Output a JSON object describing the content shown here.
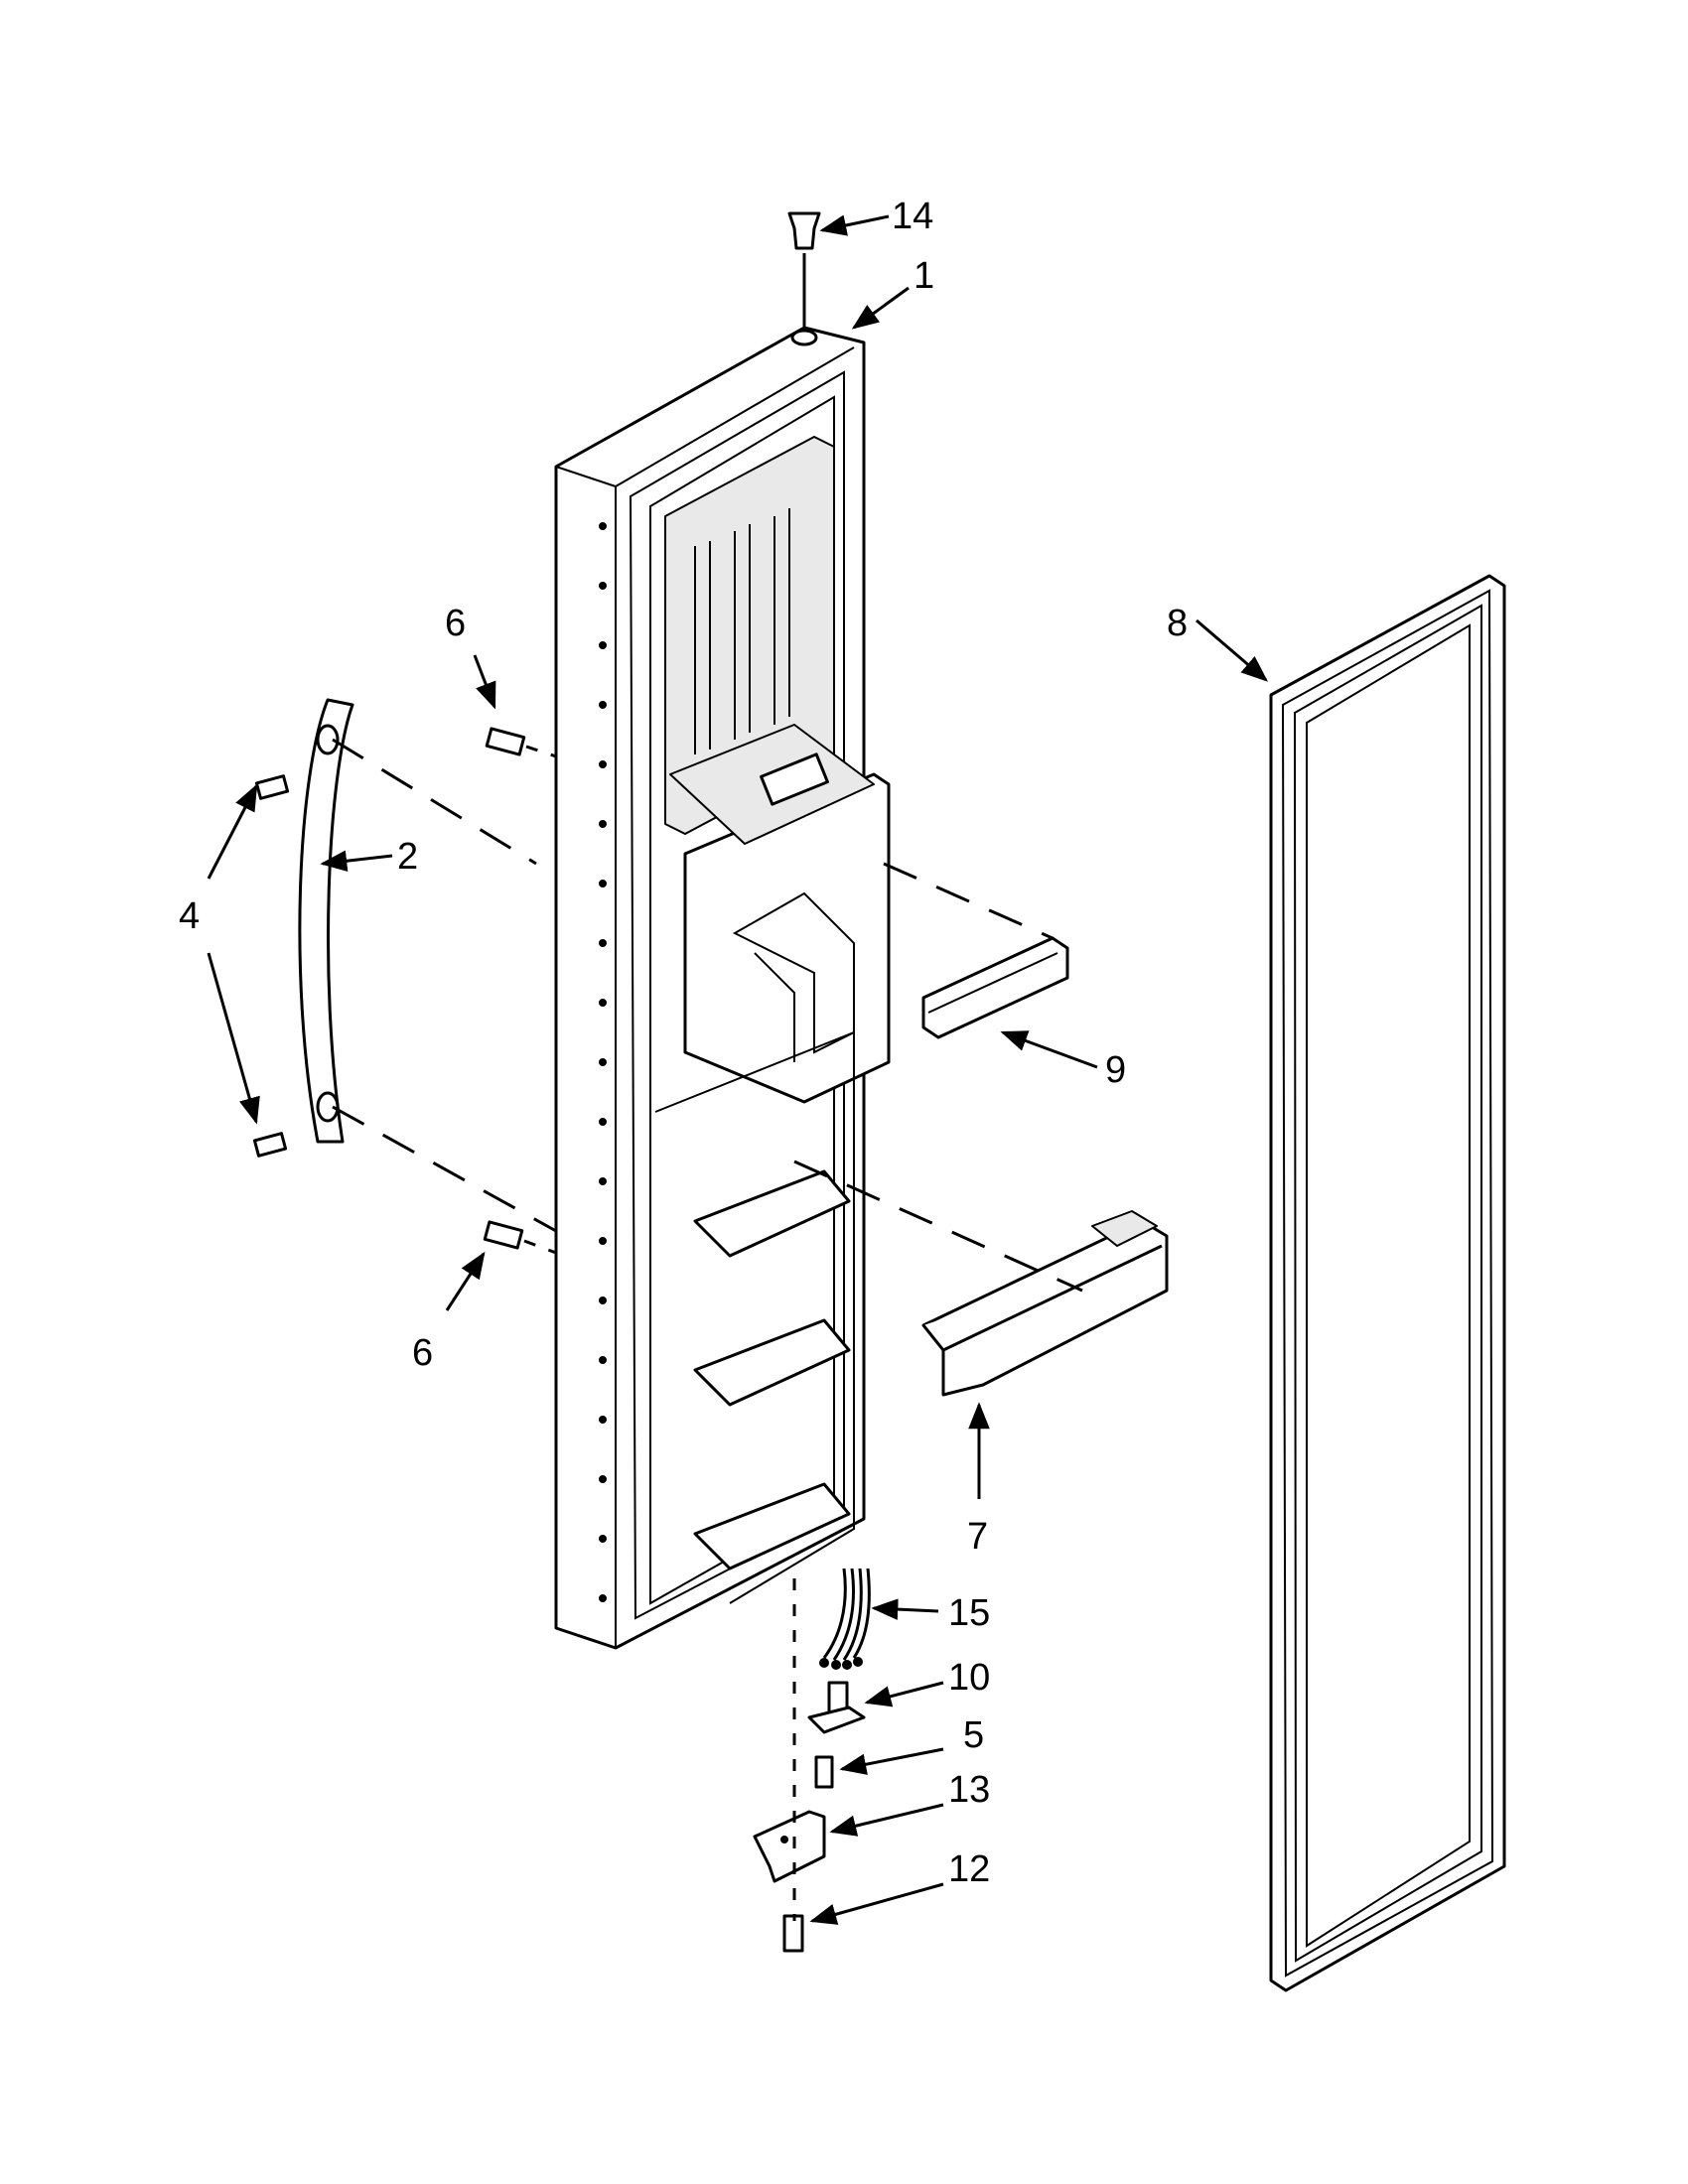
{
  "callouts": [
    {
      "id": "14",
      "text": "14"
    },
    {
      "id": "1",
      "text": "1"
    },
    {
      "id": "6a",
      "text": "6"
    },
    {
      "id": "2",
      "text": "2"
    },
    {
      "id": "4",
      "text": "4"
    },
    {
      "id": "6b",
      "text": "6"
    },
    {
      "id": "8",
      "text": "8"
    },
    {
      "id": "9",
      "text": "9"
    },
    {
      "id": "7",
      "text": "7"
    },
    {
      "id": "15",
      "text": "15"
    },
    {
      "id": "10",
      "text": "10"
    },
    {
      "id": "5",
      "text": "5"
    },
    {
      "id": "13",
      "text": "13"
    },
    {
      "id": "12",
      "text": "12"
    }
  ]
}
